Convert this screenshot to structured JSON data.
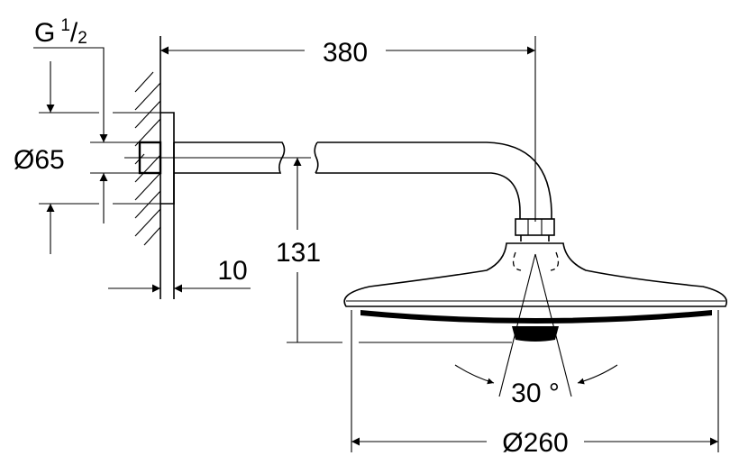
{
  "dimensions": {
    "thread": {
      "main": "G",
      "num": "1",
      "slash": "/",
      "den": "2"
    },
    "rosette_diameter": "Ø65",
    "projection": "380",
    "height": "131",
    "wall_offset": "10",
    "swivel_angle": "30 °",
    "head_diameter": "Ø260"
  }
}
